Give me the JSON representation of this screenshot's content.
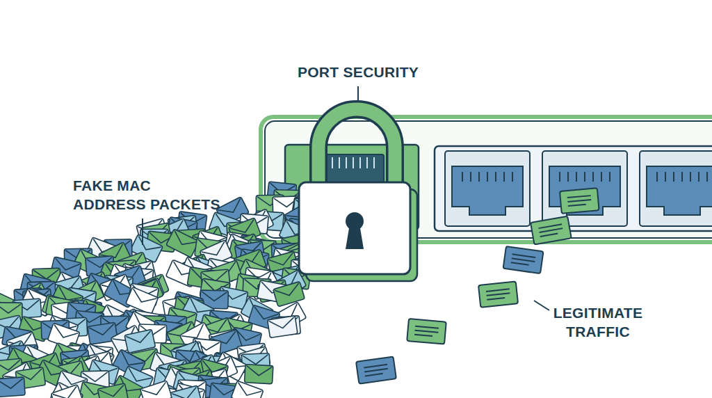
{
  "diagram": {
    "labels": [
      "PORT SECURITY",
      "FAKE MAC ADDRESS PACKETS",
      "LEGITIMATE TRAFFIC"
    ]
  }
}
